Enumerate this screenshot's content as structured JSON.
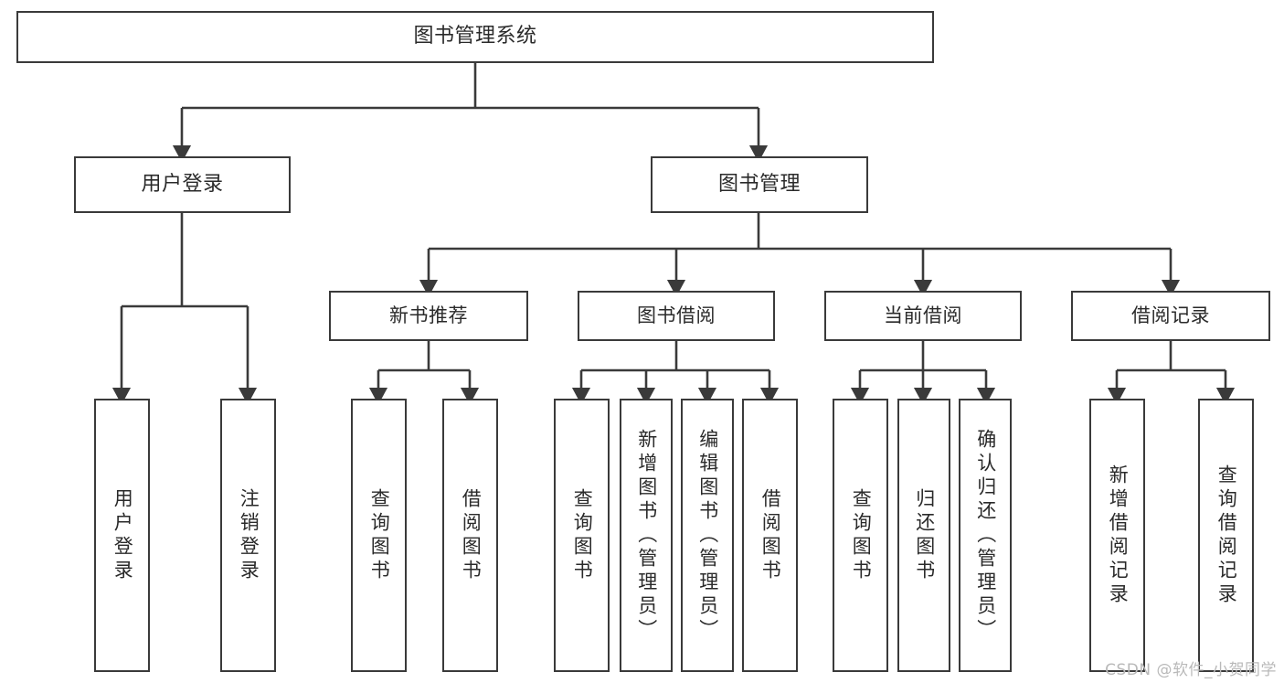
{
  "diagram": {
    "title": "图书管理系统",
    "type": "tree-hierarchy-chart",
    "watermark": "CSDN @软件_小贺同学",
    "colors": {
      "background": "#ffffff",
      "stroke": "#3a3a3a",
      "text": "#2a2a2a",
      "watermark": "#b9b9b9"
    },
    "nodes": {
      "root": {
        "label": "图书管理系统"
      },
      "level2": [
        {
          "id": "user-login",
          "label": "用户登录"
        },
        {
          "id": "book-manage",
          "label": "图书管理"
        }
      ],
      "level3": [
        {
          "id": "new-book-recommend",
          "label": "新书推荐"
        },
        {
          "id": "book-borrow",
          "label": "图书借阅"
        },
        {
          "id": "current-borrow",
          "label": "当前借阅"
        },
        {
          "id": "borrow-record",
          "label": "借阅记录"
        }
      ],
      "leaves": {
        "user-login": [
          {
            "id": "leaf-user-login",
            "label": "用户登录"
          },
          {
            "id": "leaf-user-logout",
            "label": "注销登录"
          }
        ],
        "new-book-recommend": [
          {
            "id": "leaf-query-book-1",
            "label": "查询图书"
          },
          {
            "id": "leaf-borrow-book-1",
            "label": "借阅图书"
          }
        ],
        "book-borrow": [
          {
            "id": "leaf-query-book-2",
            "label": "查询图书"
          },
          {
            "id": "leaf-add-book",
            "label": "新增图书（管理员）"
          },
          {
            "id": "leaf-edit-book",
            "label": "编辑图书（管理员）"
          },
          {
            "id": "leaf-borrow-book-2",
            "label": "借阅图书"
          }
        ],
        "current-borrow": [
          {
            "id": "leaf-query-book-3",
            "label": "查询图书"
          },
          {
            "id": "leaf-return-book",
            "label": "归还图书"
          },
          {
            "id": "leaf-confirm-return",
            "label": "确认归还（管理员）"
          }
        ],
        "borrow-record": [
          {
            "id": "leaf-add-record",
            "label": "新增借阅记录"
          },
          {
            "id": "leaf-query-record",
            "label": "查询借阅记录"
          }
        ]
      }
    }
  }
}
